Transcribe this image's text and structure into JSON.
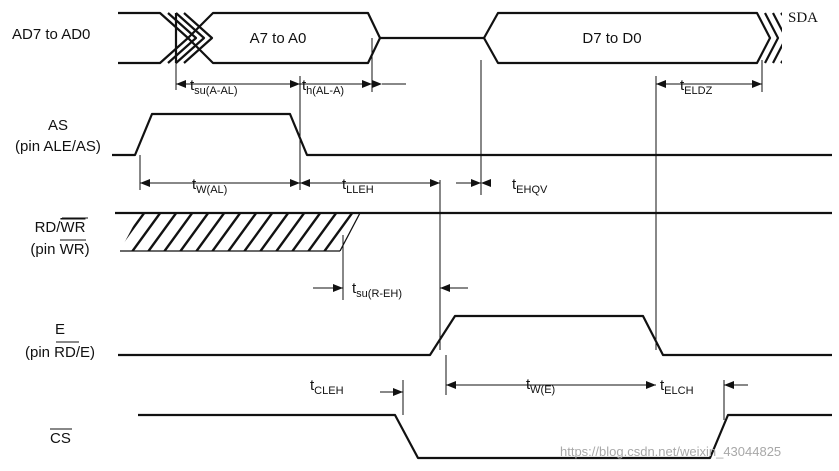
{
  "signals": {
    "ad_bus": "AD7 to AD0",
    "as_name": "AS",
    "as_pin": "(pin ALE/AS)",
    "rdwr_name_a": "RD/",
    "rdwr_name_b": "WR",
    "rdwr_pin_a": "(pin ",
    "rdwr_pin_b": "WR",
    "rdwr_pin_c": ")",
    "e_name": "E",
    "e_pin_a": "(pin ",
    "e_pin_b": "RD",
    "e_pin_c": "/E)",
    "cs_name": "CS"
  },
  "bus": {
    "address": "A7 to A0",
    "data": "D7 to D0"
  },
  "timings": {
    "tsu_a_al": {
      "main": "t",
      "sub": "su(A-AL)"
    },
    "th_al_a": {
      "main": "t",
      "sub": "h(AL-A)"
    },
    "teldz": {
      "main": "t",
      "sub": "ELDZ"
    },
    "tw_al": {
      "main": "t",
      "sub": "W(AL)"
    },
    "tlleh": {
      "main": "t",
      "sub": "LLEH"
    },
    "tehqv": {
      "main": "t",
      "sub": "EHQV"
    },
    "tsu_r_eh": {
      "main": "t",
      "sub": "su(R-EH)"
    },
    "tcleh": {
      "main": "t",
      "sub": "CLEH"
    },
    "tw_e": {
      "main": "t",
      "sub": "W(E)"
    },
    "telch": {
      "main": "t",
      "sub": "ELCH"
    }
  },
  "badge": "SDA",
  "watermark": "https://blog.csdn.net/weixin_43044825"
}
